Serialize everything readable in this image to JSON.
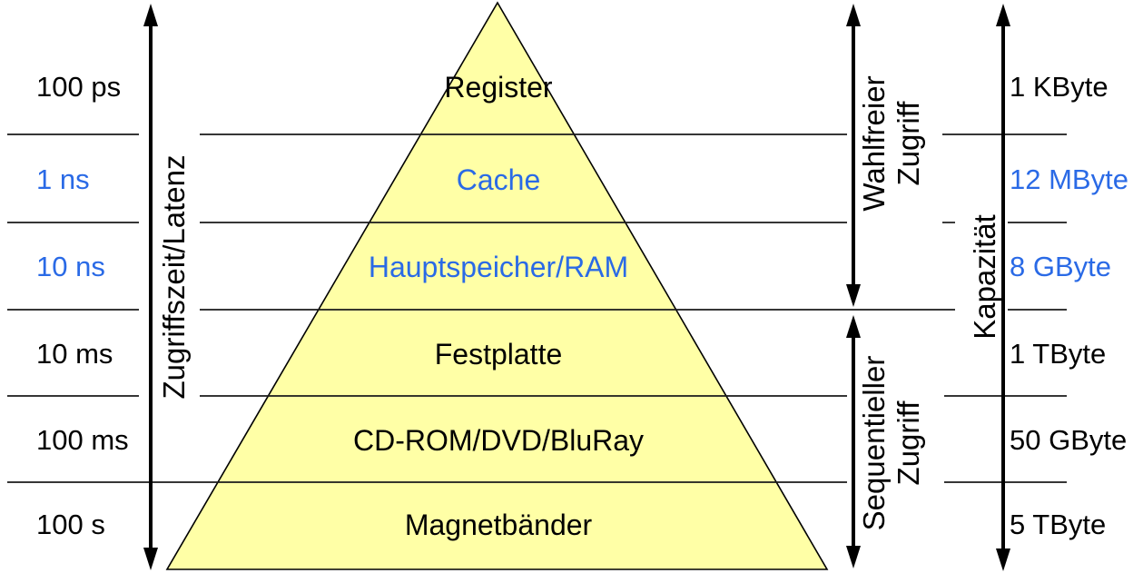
{
  "diagram": {
    "left_axis_label": "Zugriffszeit/Latenz",
    "right_axis_label": "Kapazität",
    "random_access": {
      "line1": "Wahlfreier",
      "line2": "Zugriff"
    },
    "sequential_access": {
      "line1": "Sequentieller",
      "line2": "Zugriff"
    },
    "colors": {
      "pyramid_fill": "#FFFFA6",
      "outline_black": "#000000",
      "highlight_blue": "#2A6AE6"
    }
  },
  "layers": [
    {
      "name": "Register",
      "latency": "100 ps",
      "capacity": "1 KByte",
      "highlighted": false
    },
    {
      "name": "Cache",
      "latency": "1 ns",
      "capacity": "12 MByte",
      "highlighted": true
    },
    {
      "name": "Hauptspeicher/RAM",
      "latency": "10 ns",
      "capacity": "8 GByte",
      "highlighted": true
    },
    {
      "name": "Festplatte",
      "latency": "10 ms",
      "capacity": "1 TByte",
      "highlighted": false
    },
    {
      "name": "CD-ROM/DVD/BluRay",
      "latency": "100 ms",
      "capacity": "50 GByte",
      "highlighted": false
    },
    {
      "name": "Magnetbänder",
      "latency": "100 s",
      "capacity": "5 TByte",
      "highlighted": false
    }
  ]
}
